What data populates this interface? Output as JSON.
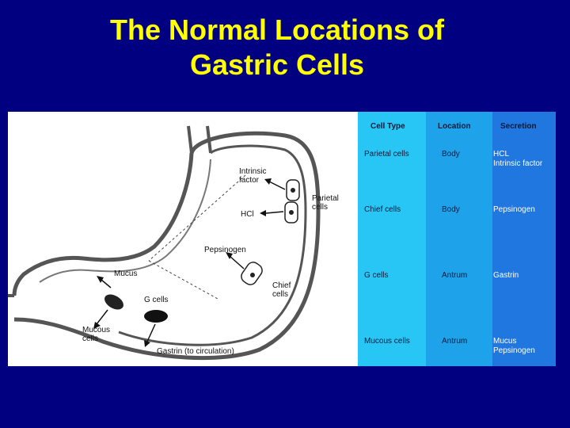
{
  "title": {
    "line1": "The Normal Locations of",
    "line2": "Gastric Cells"
  },
  "diagram": {
    "labels": {
      "intrinsic_factor": [
        "Intrinsic",
        "factor"
      ],
      "hcl": "HCl",
      "parietal_cells": [
        "Parietal",
        "cells"
      ],
      "pepsinogen": "Pepsinogen",
      "mucus": "Mucus",
      "g_cells": "G cells",
      "chief_cells": [
        "Chief",
        "cells"
      ],
      "mucous_cells": [
        "Mucous",
        "cells"
      ],
      "gastrin": "Gastrin (to circulation)"
    }
  },
  "table": {
    "headers": [
      "Cell Type",
      "Location",
      "Secretion"
    ],
    "rows": [
      {
        "cell_type": "Parietal cells",
        "location": "Body",
        "secretion": [
          "HCL",
          "Intrinsic factor"
        ]
      },
      {
        "cell_type": "Chief cells",
        "location": "Body",
        "secretion": [
          "Pepsinogen"
        ]
      },
      {
        "cell_type": "G cells",
        "location": "Antrum",
        "secretion": [
          "Gastrin"
        ]
      },
      {
        "cell_type": "Mucous cells",
        "location": "Antrum",
        "secretion": [
          "Mucus",
          "Pepsinogen"
        ]
      }
    ],
    "colors": {
      "type_col": "#27c6f5",
      "location_col": "#1ea3ea",
      "secretion_col": "#1f77df"
    }
  }
}
